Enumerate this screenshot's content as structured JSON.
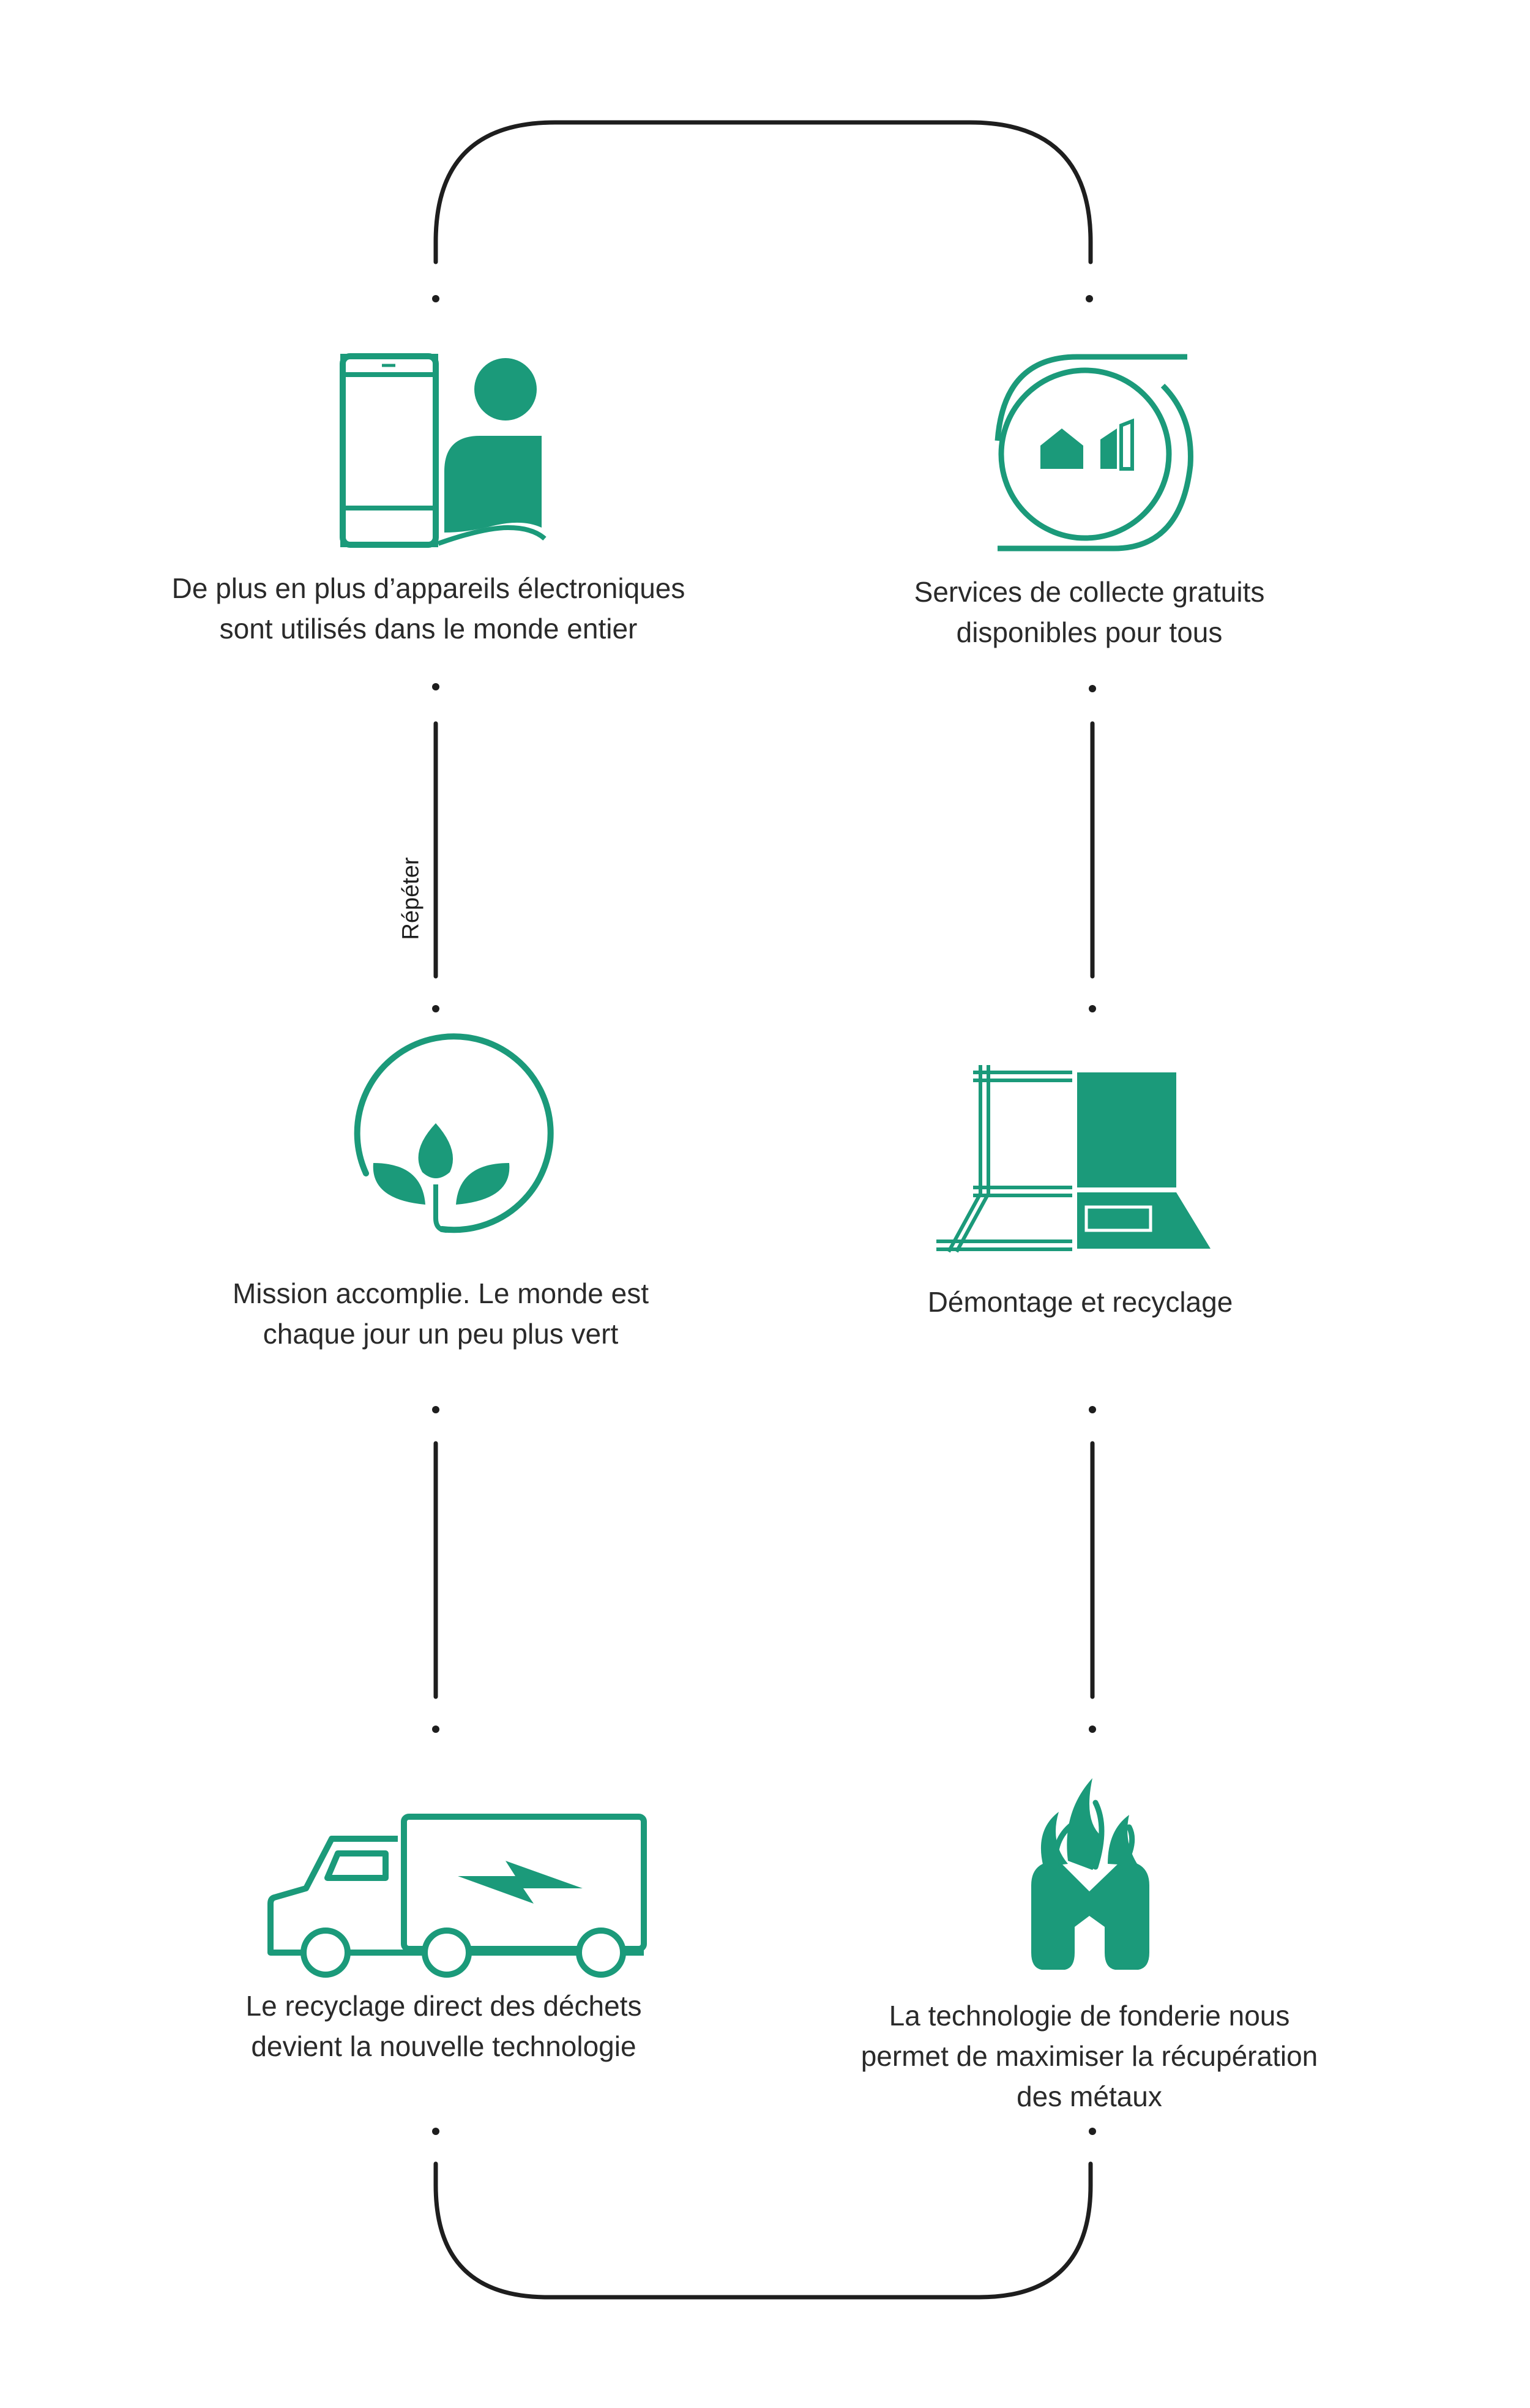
{
  "colors": {
    "accent": "#1b9a7a",
    "line": "#1e1e1e",
    "text": "#2a2a2a"
  },
  "repeat_label": "Répéter",
  "steps": [
    {
      "id": "devices",
      "icon": "phone-person-icon",
      "text": "De plus en plus d’appareils électroniques\nsont utilisés dans le monde entier"
    },
    {
      "id": "collection",
      "icon": "houses-circle-icon",
      "text": "Services de collecte gratuits\ndisponibles pour tous"
    },
    {
      "id": "mission",
      "icon": "leaf-circle-icon",
      "text": "Mission accomplie. Le monde est\nchaque jour un peu plus vert"
    },
    {
      "id": "dismantle",
      "icon": "laptop-disassembly-icon",
      "text": "Démontage et recyclage"
    },
    {
      "id": "direct-recycling",
      "icon": "electric-truck-icon",
      "text": "Le recyclage direct des déchets\ndevient la nouvelle technologie"
    },
    {
      "id": "smelting",
      "icon": "smelting-fire-icon",
      "text": "La technologie de fonderie nous\npermet de maximiser la récupération\ndes métaux"
    }
  ]
}
